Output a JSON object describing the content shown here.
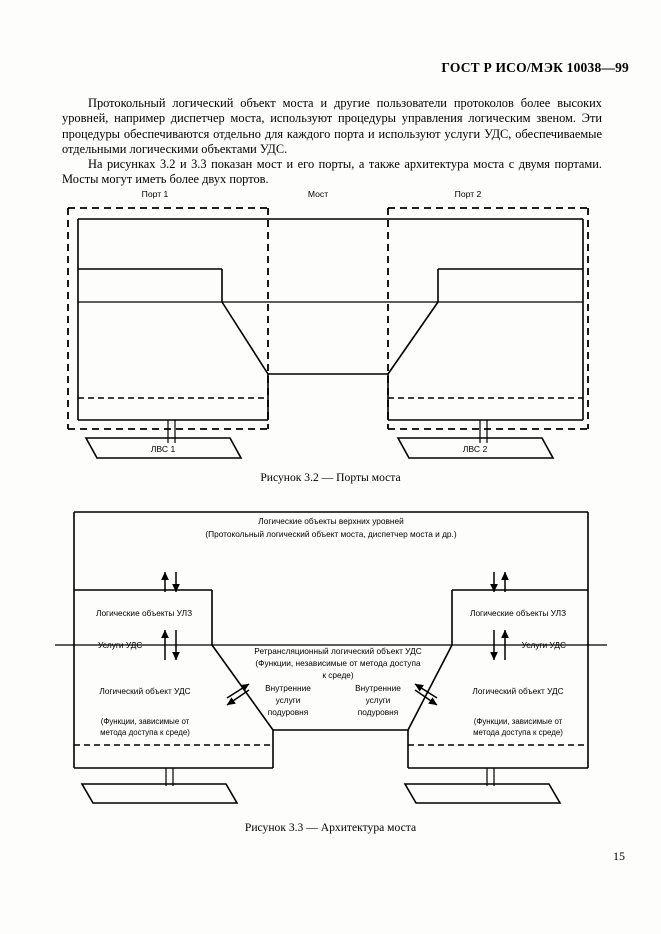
{
  "header": {
    "standard_ref": "ГОСТ Р ИСО/МЭК 10038—99"
  },
  "body": {
    "paragraph_1": "Протокольный логический объект моста и другие пользователи протоколов более высоких уровней, например диспетчер моста, используют процедуры управления логическим звеном. Эти процедуры обеспечиваются отдельно для каждого порта и используют услуги УДС, обеспечиваемые отдельными логическими объектами УДС.",
    "paragraph_2": "На рисунках 3.2 и 3.3 показан мост и его порты, а также архитектура моста с двумя портами. Мосты могут иметь более двух портов."
  },
  "figure_32": {
    "caption": "Рисунок 3.2 — Порты моста",
    "top_labels": {
      "port_left": "Порт 1",
      "bridge": "Мост",
      "port_right": "Порт 2"
    },
    "lan_left": "ЛВС 1",
    "lan_right": "ЛВС 2"
  },
  "figure_33": {
    "caption": "Рисунок 3.3 — Архитектура моста",
    "upper_layer_line1": "Логические объекты верхних уровней",
    "upper_layer_line2": "(Протокольный логический объект моста, диспетчер моста и др.)",
    "llc_left": "Логические объекты УЛЗ",
    "llc_right": "Логические объекты УЛЗ",
    "mac_service_left": "Услуги УДС",
    "mac_service_right": "Услуги УДС",
    "mac_entity_left": "Логический объект УДС",
    "mac_entity_right": "Логический объект УДС",
    "mac_dependent_left_line1": "(Функции, зависимые от",
    "mac_dependent_left_line2": "метода доступа к среде)",
    "mac_dependent_right_line1": "(Функции, зависимые от",
    "mac_dependent_right_line2": "метода доступа к среде)",
    "relay_line1": "Ретрансляционный логический объект УДС",
    "relay_line2": "(Функции, независимые от метода доступа",
    "relay_line3": "к среде)",
    "internal_left_line1": "Внутренние",
    "internal_left_line2": "услуги",
    "internal_left_line3": "подуровня",
    "internal_right_line1": "Внутренние",
    "internal_right_line2": "услуги",
    "internal_right_line3": "подуровня"
  },
  "footer": {
    "page_number": "15"
  }
}
